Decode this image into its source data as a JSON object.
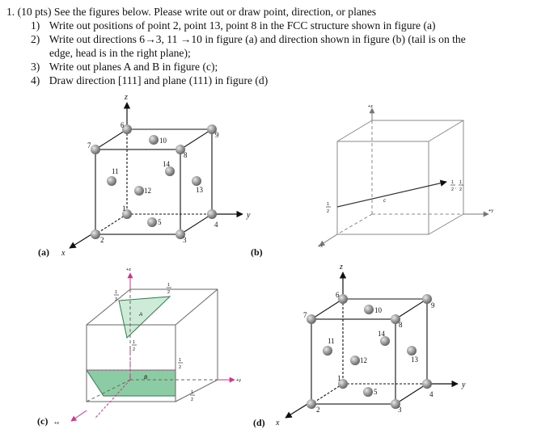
{
  "question": {
    "title": "1. (10 pts) See the figures below. Please write out or draw point, direction, or planes",
    "items": [
      {
        "num": "1)",
        "text": "Write out positions of point 2, point 13, point 8 in the FCC structure shown in figure (a)"
      },
      {
        "num": "2)",
        "text": "Write out directions 6→3, 11 →10 in figure (a) and direction shown in figure (b) (tail is on the"
      },
      {
        "num": "",
        "text": "edge, head is in the right plane);"
      },
      {
        "num": "3)",
        "text": "Write out planes A and B in figure (c);"
      },
      {
        "num": "4)",
        "text": "Draw direction [111] and plane (111) in figure (d)"
      }
    ]
  },
  "figures": {
    "a": {
      "caption": "(a)",
      "axes": {
        "z": "z",
        "y": "y",
        "x": "x"
      },
      "points": [
        "1",
        "2",
        "3",
        "4",
        "5",
        "6",
        "7",
        "8",
        "9",
        "10",
        "11",
        "12",
        "13",
        "14"
      ]
    },
    "b": {
      "caption": "(b)",
      "axes": {
        "z": "+z",
        "y": "+y",
        "x": "+x"
      },
      "labels": {
        "c": "c",
        "half_num": "1",
        "half_den": "2",
        "half_sep": ","
      }
    },
    "c": {
      "caption": "(c)",
      "axes": {
        "z": "+z",
        "y": "+y",
        "x": "+x"
      },
      "planes": {
        "a": "A",
        "b": "B"
      },
      "fraction_third": {
        "num": "1",
        "den": "3"
      },
      "fraction_half": {
        "num": "1",
        "den": "2"
      }
    },
    "d": {
      "caption": "(d)",
      "axes": {
        "z": "z",
        "y": "y",
        "x": "x"
      },
      "points": [
        "1",
        "2",
        "3",
        "4",
        "5",
        "6",
        "7",
        "8",
        "9",
        "10",
        "11",
        "12",
        "13",
        "14"
      ]
    }
  },
  "colors": {
    "atom": "#8c8c8c",
    "plane_fill": "#7fc79a",
    "plane_edge": "#2e7d4f",
    "guide": "#d1338f"
  }
}
